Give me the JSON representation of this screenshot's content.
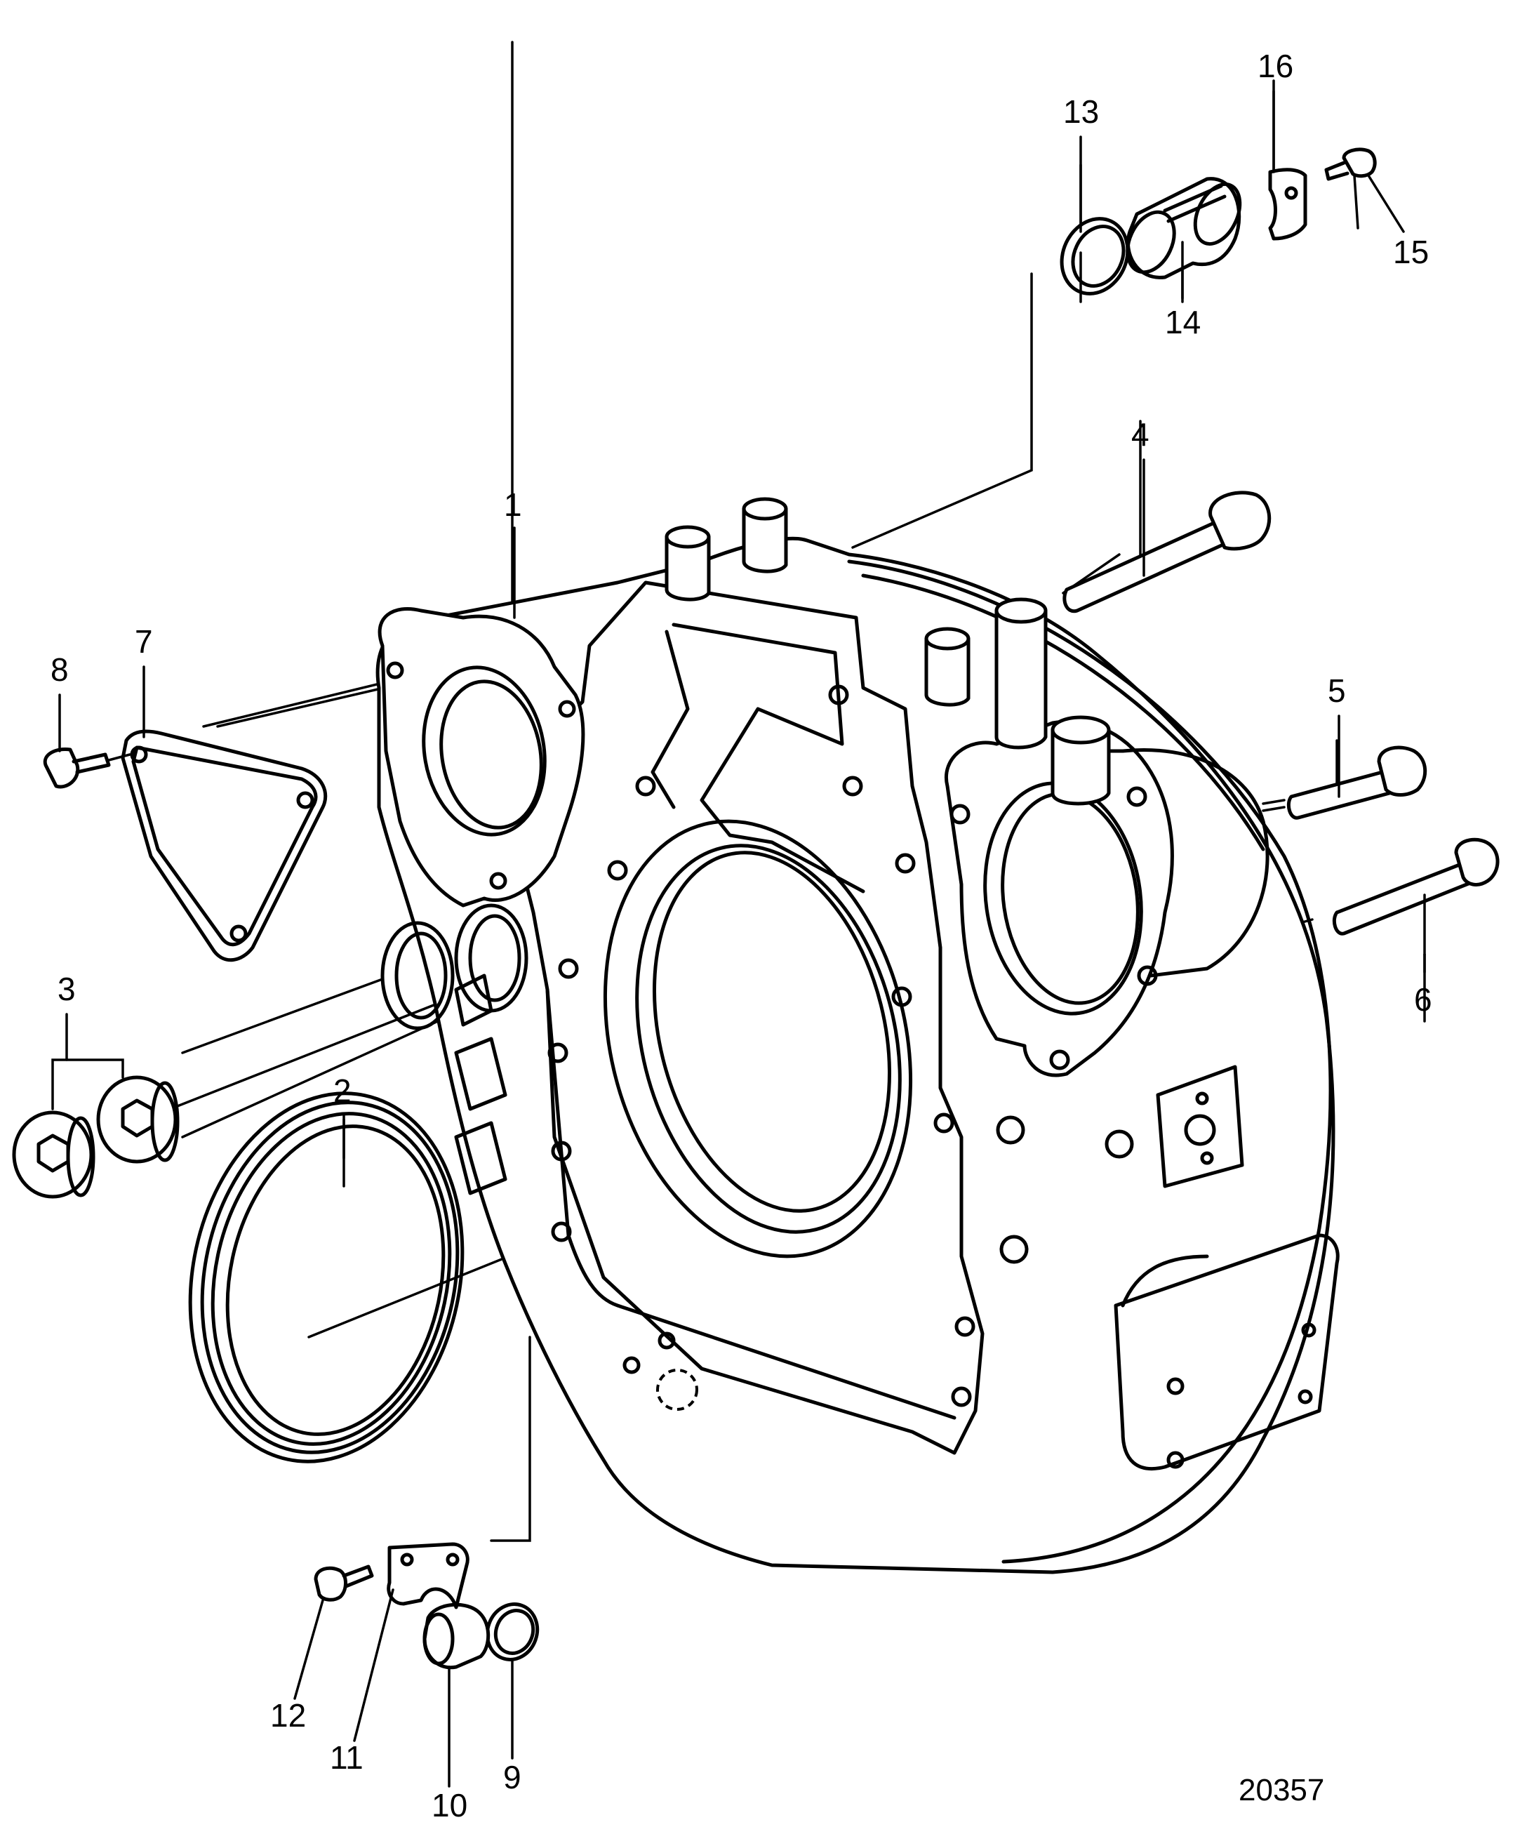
{
  "callouts": {
    "c1": "1",
    "c2": "2",
    "c3": "3",
    "c4": "4",
    "c5": "5",
    "c6": "6",
    "c7": "7",
    "c8": "8",
    "c9": "9",
    "c10": "10",
    "c11": "11",
    "c12": "12",
    "c13": "13",
    "c14": "14",
    "c15": "15",
    "c16": "16"
  },
  "drawing_number": "20357"
}
